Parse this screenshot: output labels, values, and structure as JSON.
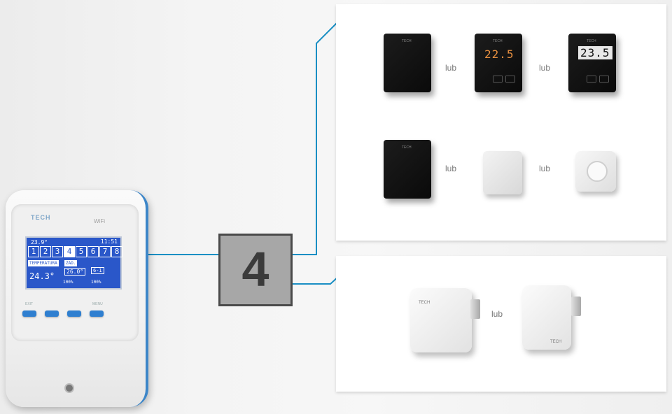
{
  "controller": {
    "brand": "TECH",
    "wifi_label": "WiFi",
    "screen": {
      "outside_temp": "23.9°",
      "clock": "11:51",
      "zones": [
        "1",
        "2",
        "3",
        "4",
        "5",
        "6",
        "7",
        "8"
      ],
      "active_zone": "4",
      "label_temperature": "TEMPERATURA",
      "label_set": "ZAD.",
      "set_temp": "26.0°",
      "current_temp": "24.3°",
      "program": "6-1",
      "signal": "100%",
      "battery": "100%"
    },
    "buttons": [
      {
        "label": "EXIT",
        "icon": "exit-icon"
      },
      {
        "label": "",
        "icon": "chevron-up-icon"
      },
      {
        "label": "",
        "icon": "chevron-down-icon"
      },
      {
        "label": "MENU",
        "icon": "menu-icon"
      }
    ]
  },
  "step_number": "4",
  "top_panel": {
    "row1": {
      "displays": [
        "",
        "22.5",
        "23.5"
      ],
      "separator": "lub"
    },
    "row2": {
      "separator": "lub"
    },
    "device_brand": "TECH"
  },
  "bottom_panel": {
    "separator": "lub",
    "device_brand": "TECH"
  },
  "colors": {
    "connector": "#1a8fc4",
    "accent_blue": "#2f7fd0",
    "number_box": "#a7a7a7"
  }
}
